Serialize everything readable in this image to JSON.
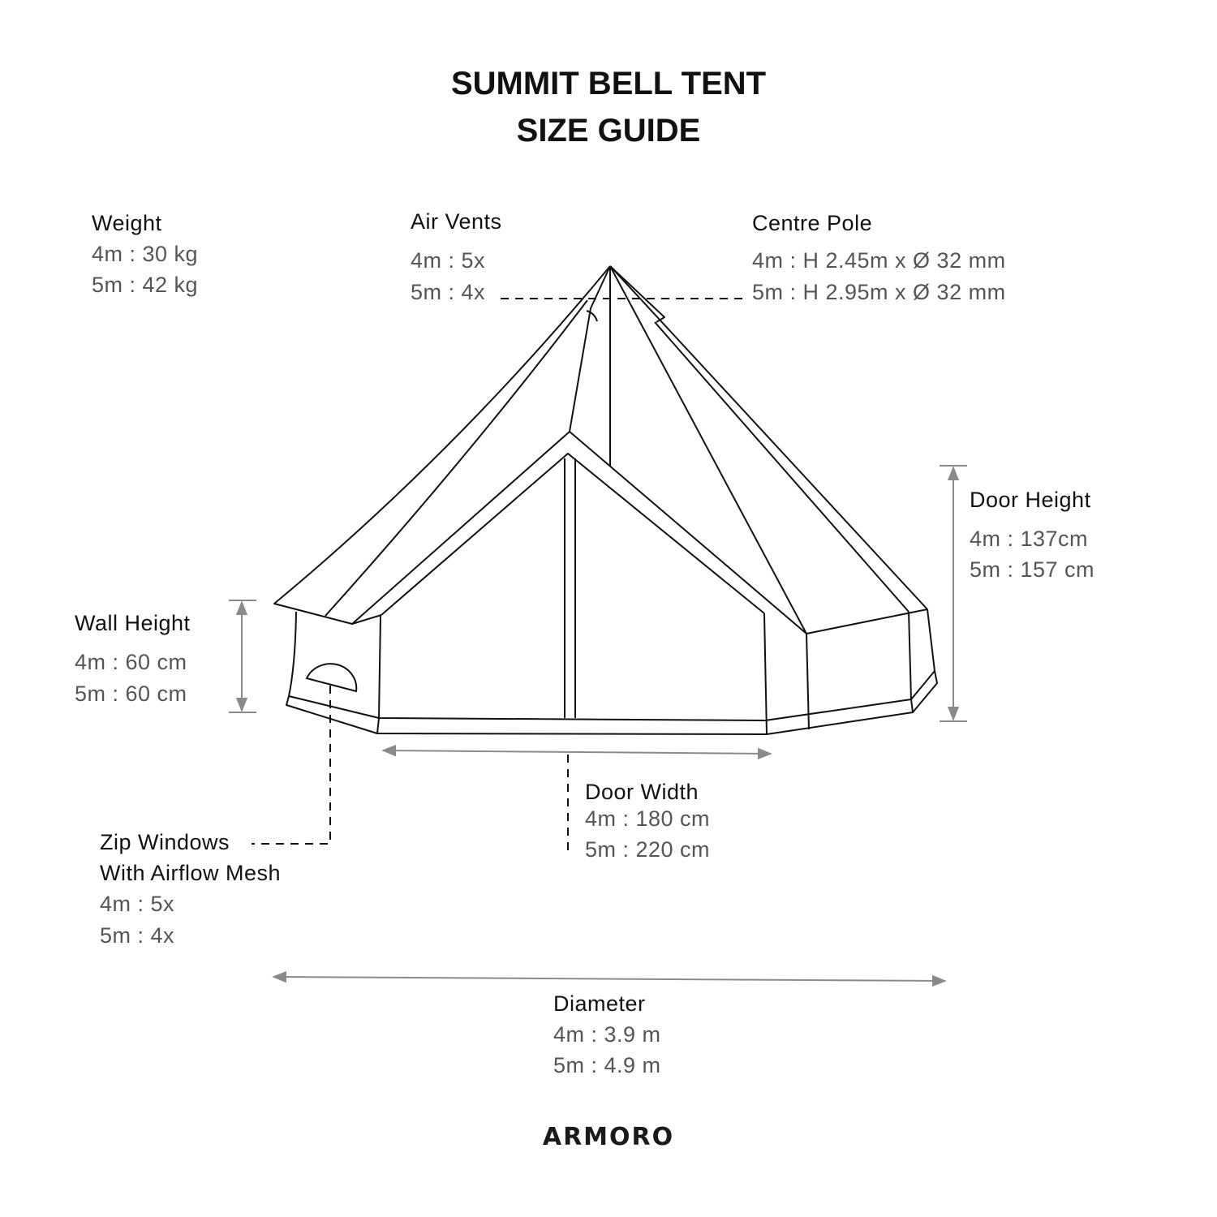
{
  "title": {
    "line1": "SUMMIT BELL TENT",
    "line2": "SIZE GUIDE"
  },
  "specs": {
    "weight": {
      "label": "Weight",
      "v4": "4m : 30 kg",
      "v5": "5m : 42 kg"
    },
    "air_vents": {
      "label": "Air Vents",
      "v4": "4m : 5x",
      "v5": "5m : 4x"
    },
    "centre_pole": {
      "label": "Centre Pole",
      "v4": "4m : H 2.45m x Ø 32 mm",
      "v5": "5m : H 2.95m x Ø 32 mm"
    },
    "door_height": {
      "label": "Door Height",
      "v4": "4m : 137cm",
      "v5": "5m : 157 cm"
    },
    "wall_height": {
      "label": "Wall Height",
      "v4": "4m : 60 cm",
      "v5": "5m : 60 cm"
    },
    "door_width": {
      "label": "Door Width",
      "v4": "4m : 180 cm",
      "v5": "5m : 220 cm"
    },
    "zip_windows": {
      "label": "Zip Windows",
      "sub": "With Airflow Mesh",
      "v4": "4m : 5x",
      "v5": "5m : 4x"
    },
    "diameter": {
      "label": "Diameter",
      "v4": "4m : 3.9 m",
      "v5": "5m : 4.9 m"
    }
  },
  "brand": "ARMORO",
  "colors": {
    "line": "#111111",
    "dimension": "#8a8a8a",
    "value_text": "#555555"
  }
}
